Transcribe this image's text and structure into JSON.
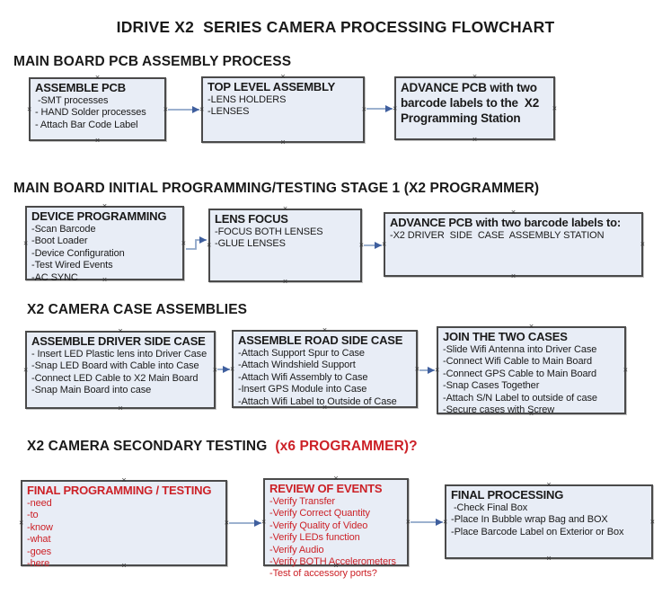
{
  "page_title": "IDRIVE X2  SERIES CAMERA PROCESSING FLOWCHART",
  "colors": {
    "box_fill": "#e8edf6",
    "box_border": "#4a4a4a",
    "arrow_line": "#8ea6c8",
    "arrow_head": "#3f5f9e",
    "red_text": "#cc2127",
    "text": "#1a1a1a"
  },
  "icons": {
    "connection_point_glyph": "×"
  },
  "sections": [
    {
      "heading": "MAIN BOARD PCB ASSEMBLY PROCESS",
      "boxes": [
        {
          "title": "ASSEMBLE PCB",
          "items": [
            " -SMT processes",
            "- HAND Solder processes",
            "- Attach Bar Code Label"
          ]
        },
        {
          "title": "TOP LEVEL ASSEMBLY",
          "items": [
            "-LENS HOLDERS",
            "-LENSES"
          ]
        },
        {
          "title": "ADVANCE PCB with two barcode labels to the  X2 Programming Station",
          "items": []
        }
      ]
    },
    {
      "heading": "MAIN BOARD INITIAL PROGRAMMING/TESTING STAGE 1 (X2 PROGRAMMER)",
      "boxes": [
        {
          "title": "DEVICE PROGRAMMING",
          "items": [
            "-Scan Barcode",
            "-Boot Loader",
            "-Device Configuration",
            "-Test Wired Events",
            "-AC SYNC"
          ]
        },
        {
          "title": "LENS FOCUS",
          "items": [
            "-FOCUS BOTH LENSES",
            "-GLUE LENSES"
          ]
        },
        {
          "title": "ADVANCE PCB with two barcode labels to:",
          "items": [
            "-X2 DRIVER  SIDE  CASE  ASSEMBLY STATION"
          ]
        }
      ]
    },
    {
      "heading": "X2 CAMERA CASE ASSEMBLIES",
      "boxes": [
        {
          "title": "ASSEMBLE DRIVER SIDE CASE",
          "items": [
            "- Insert LED Plastic lens into Driver Case",
            "-Snap LED Board with Cable into Case",
            "-Connect LED Cable to X2 Main Board",
            "-Snap Main Board into case"
          ]
        },
        {
          "title": "ASSEMBLE ROAD SIDE CASE",
          "items": [
            "-Attach Support Spur to Case",
            "-Attach Windshield Support",
            "-Attach Wifi Assembly to Case",
            "-Insert GPS Module into Case",
            "-Attach Wifi Label to Outside of Case"
          ]
        },
        {
          "title": "JOIN THE TWO CASES",
          "items": [
            "-Slide Wifi Antenna into Driver Case",
            "-Connect Wifi Cable to Main Board",
            "-Connect GPS Cable to Main Board",
            "-Snap Cases Together",
            "-Attach S/N Label to outside of case",
            "-Secure cases with Screw"
          ]
        }
      ]
    },
    {
      "heading": "X2 CAMERA SECONDARY TESTING",
      "heading_red": "(x6 PROGRAMMER)?",
      "boxes": [
        {
          "title": "FINAL PROGRAMMING / TESTING",
          "red": true,
          "items": [
            "-need",
            "-to",
            "-know",
            "-what",
            "-goes",
            "-here"
          ]
        },
        {
          "title": "REVIEW OF EVENTS",
          "red": true,
          "items": [
            "-Verify Transfer",
            "-Verify Correct Quantity",
            "-Verify Quality of Video",
            "-Verify LEDs function",
            "-Verify Audio",
            "-Verify BOTH Accelerometers",
            "-Test of accessory ports?"
          ]
        },
        {
          "title": "FINAL PROCESSING",
          "items": [
            " -Check Final Box",
            "-Place In Bubble wrap Bag and BOX",
            "-Place Barcode Label on Exterior or Box"
          ]
        }
      ]
    }
  ]
}
